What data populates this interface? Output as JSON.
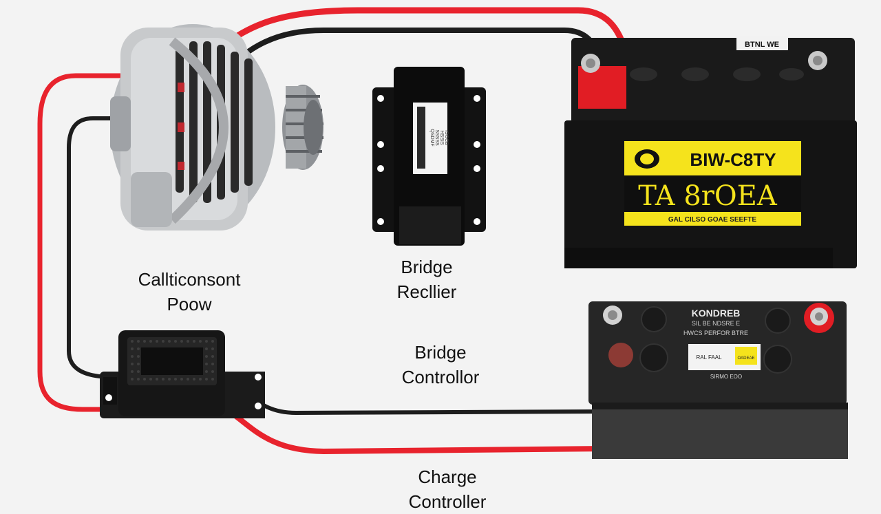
{
  "labels": {
    "alternator_caption": [
      "Callticonsont",
      "Poow"
    ],
    "rectifier_caption": [
      "Bridge",
      "Recllier"
    ],
    "controller_caption": [
      "Bridge",
      "Controllor"
    ],
    "charge_caption": [
      "Charge",
      "Controller"
    ]
  },
  "battery_large": {
    "top_sticker": "BTNL WE",
    "brand": "BIW-C8TY",
    "model": "TA 8rOEA",
    "small_line": "GAL CILSO GOAE SEEFTE"
  },
  "battery_small": {
    "header": "KONDREB",
    "sub1": "SIL BE NDSRE E",
    "sub2": "HWCS PERFOR BTRE",
    "tag_left": "RAL FAAL",
    "tag_right": "OADEAE",
    "bottom_text": "SIRMO EOO"
  },
  "rectifier_module": {
    "sticker_lines": [
      "QSDMF",
      "SSSSS",
      "HSSIS",
      "ISGCB"
    ]
  },
  "colors": {
    "wire_red": "#e8232d",
    "wire_black": "#1d1d1d",
    "battery_body": "#141414",
    "battery_label": "#f5e31c",
    "terminal_red": "#e11d24",
    "background": "#f3f3f3"
  }
}
